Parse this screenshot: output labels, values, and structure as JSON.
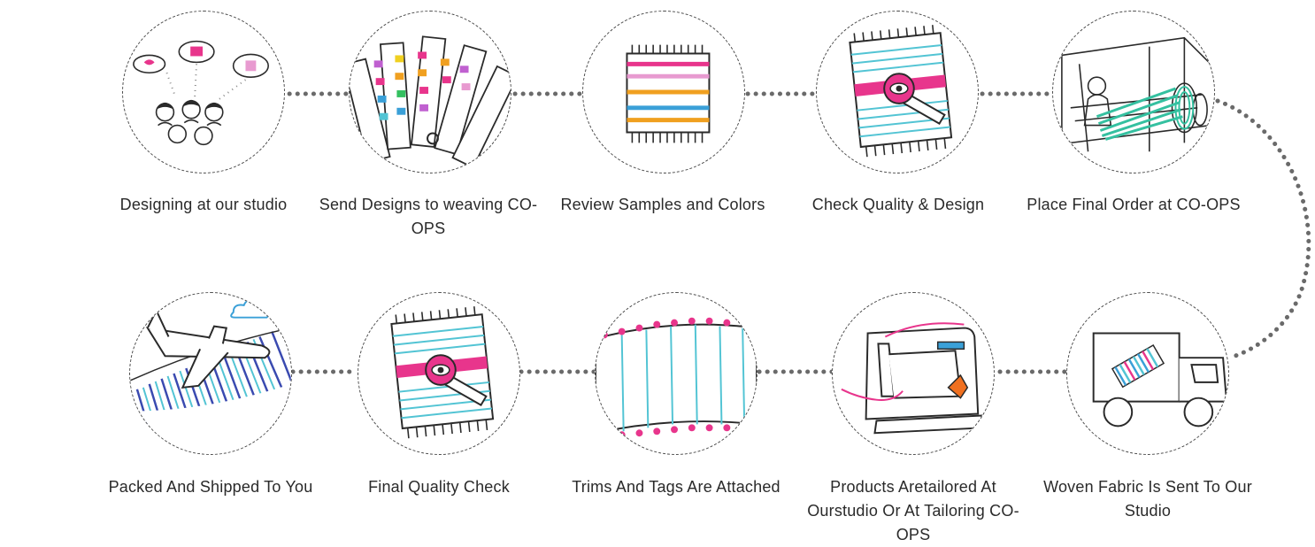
{
  "steps": [
    {
      "id": "designing",
      "label": "Designing at our studio",
      "icon": "designers-sketch-icon"
    },
    {
      "id": "send-designs",
      "label": "Send Designs to weaving CO-OPS",
      "icon": "color-swatch-fan-icon"
    },
    {
      "id": "review-samples",
      "label": "Review Samples and Colors",
      "icon": "striped-rug-sample-icon"
    },
    {
      "id": "check-quality",
      "label": "Check Quality & Design",
      "icon": "magnifier-eye-rug-icon"
    },
    {
      "id": "place-order",
      "label": "Place Final Order at CO-OPS",
      "icon": "weaving-loom-icon"
    },
    {
      "id": "woven-sent",
      "label": "Woven Fabric Is Sent To Our Studio",
      "icon": "delivery-truck-icon"
    },
    {
      "id": "tailored",
      "label": "Products Aretailored At Ourstudio Or At Tailoring CO-OPS",
      "icon": "sewing-machine-icon"
    },
    {
      "id": "trims-tags",
      "label": "Trims And Tags Are Attached",
      "icon": "pom-pom-trim-fabric-icon"
    },
    {
      "id": "final-quality",
      "label": "Final Quality Check",
      "icon": "magnifier-eye-rug-icon"
    },
    {
      "id": "packed-shipped",
      "label": "Packed And Shipped To You",
      "icon": "airplane-icon"
    }
  ],
  "colors": {
    "pink": "#e8358c",
    "blue": "#3aa0d8",
    "cyan": "#52c4d4",
    "orange": "#f0a020",
    "teal": "#34c0a0",
    "dotted": "#6a6a6a",
    "ink": "#2a2a2a"
  }
}
